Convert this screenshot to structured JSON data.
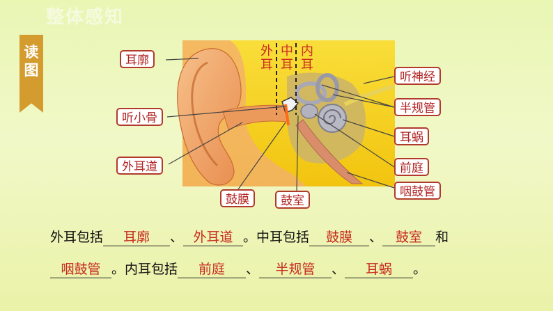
{
  "title": "整体感知",
  "ribbon": [
    "读",
    "图"
  ],
  "labels": {
    "erkuo": "耳廓",
    "tingxiaogu": "听小骨",
    "waierdao": "外耳道",
    "gumo": "鼓膜",
    "gushi": "鼓室",
    "tingshenjing": "听神经",
    "banguiguan": "半规管",
    "erwo": "耳蜗",
    "qianting": "前庭",
    "yanguguan": "咽鼓管"
  },
  "regions": {
    "wai": [
      "外",
      "耳"
    ],
    "zhong": [
      "中",
      "耳"
    ],
    "nei": [
      "内",
      "耳"
    ]
  },
  "sentence": {
    "t1": "外耳包括",
    "a1": "耳廓",
    "sep1": "、",
    "a2": "外耳道",
    "t2": "。中耳包括",
    "a3": "鼓膜",
    "sep2": "、",
    "a4": "鼓室",
    "t3": "和",
    "a5": "咽鼓管",
    "t4": "。内耳包括",
    "a6": "前庭",
    "sep3": "、",
    "a7": "半规管",
    "sep4": "、",
    "a8": "耳蜗",
    "t5": "。"
  },
  "colors": {
    "accent": "#b22222",
    "ribbon": "#d49b2e",
    "skin": "#f4a868",
    "bone": "#f7d31e"
  }
}
